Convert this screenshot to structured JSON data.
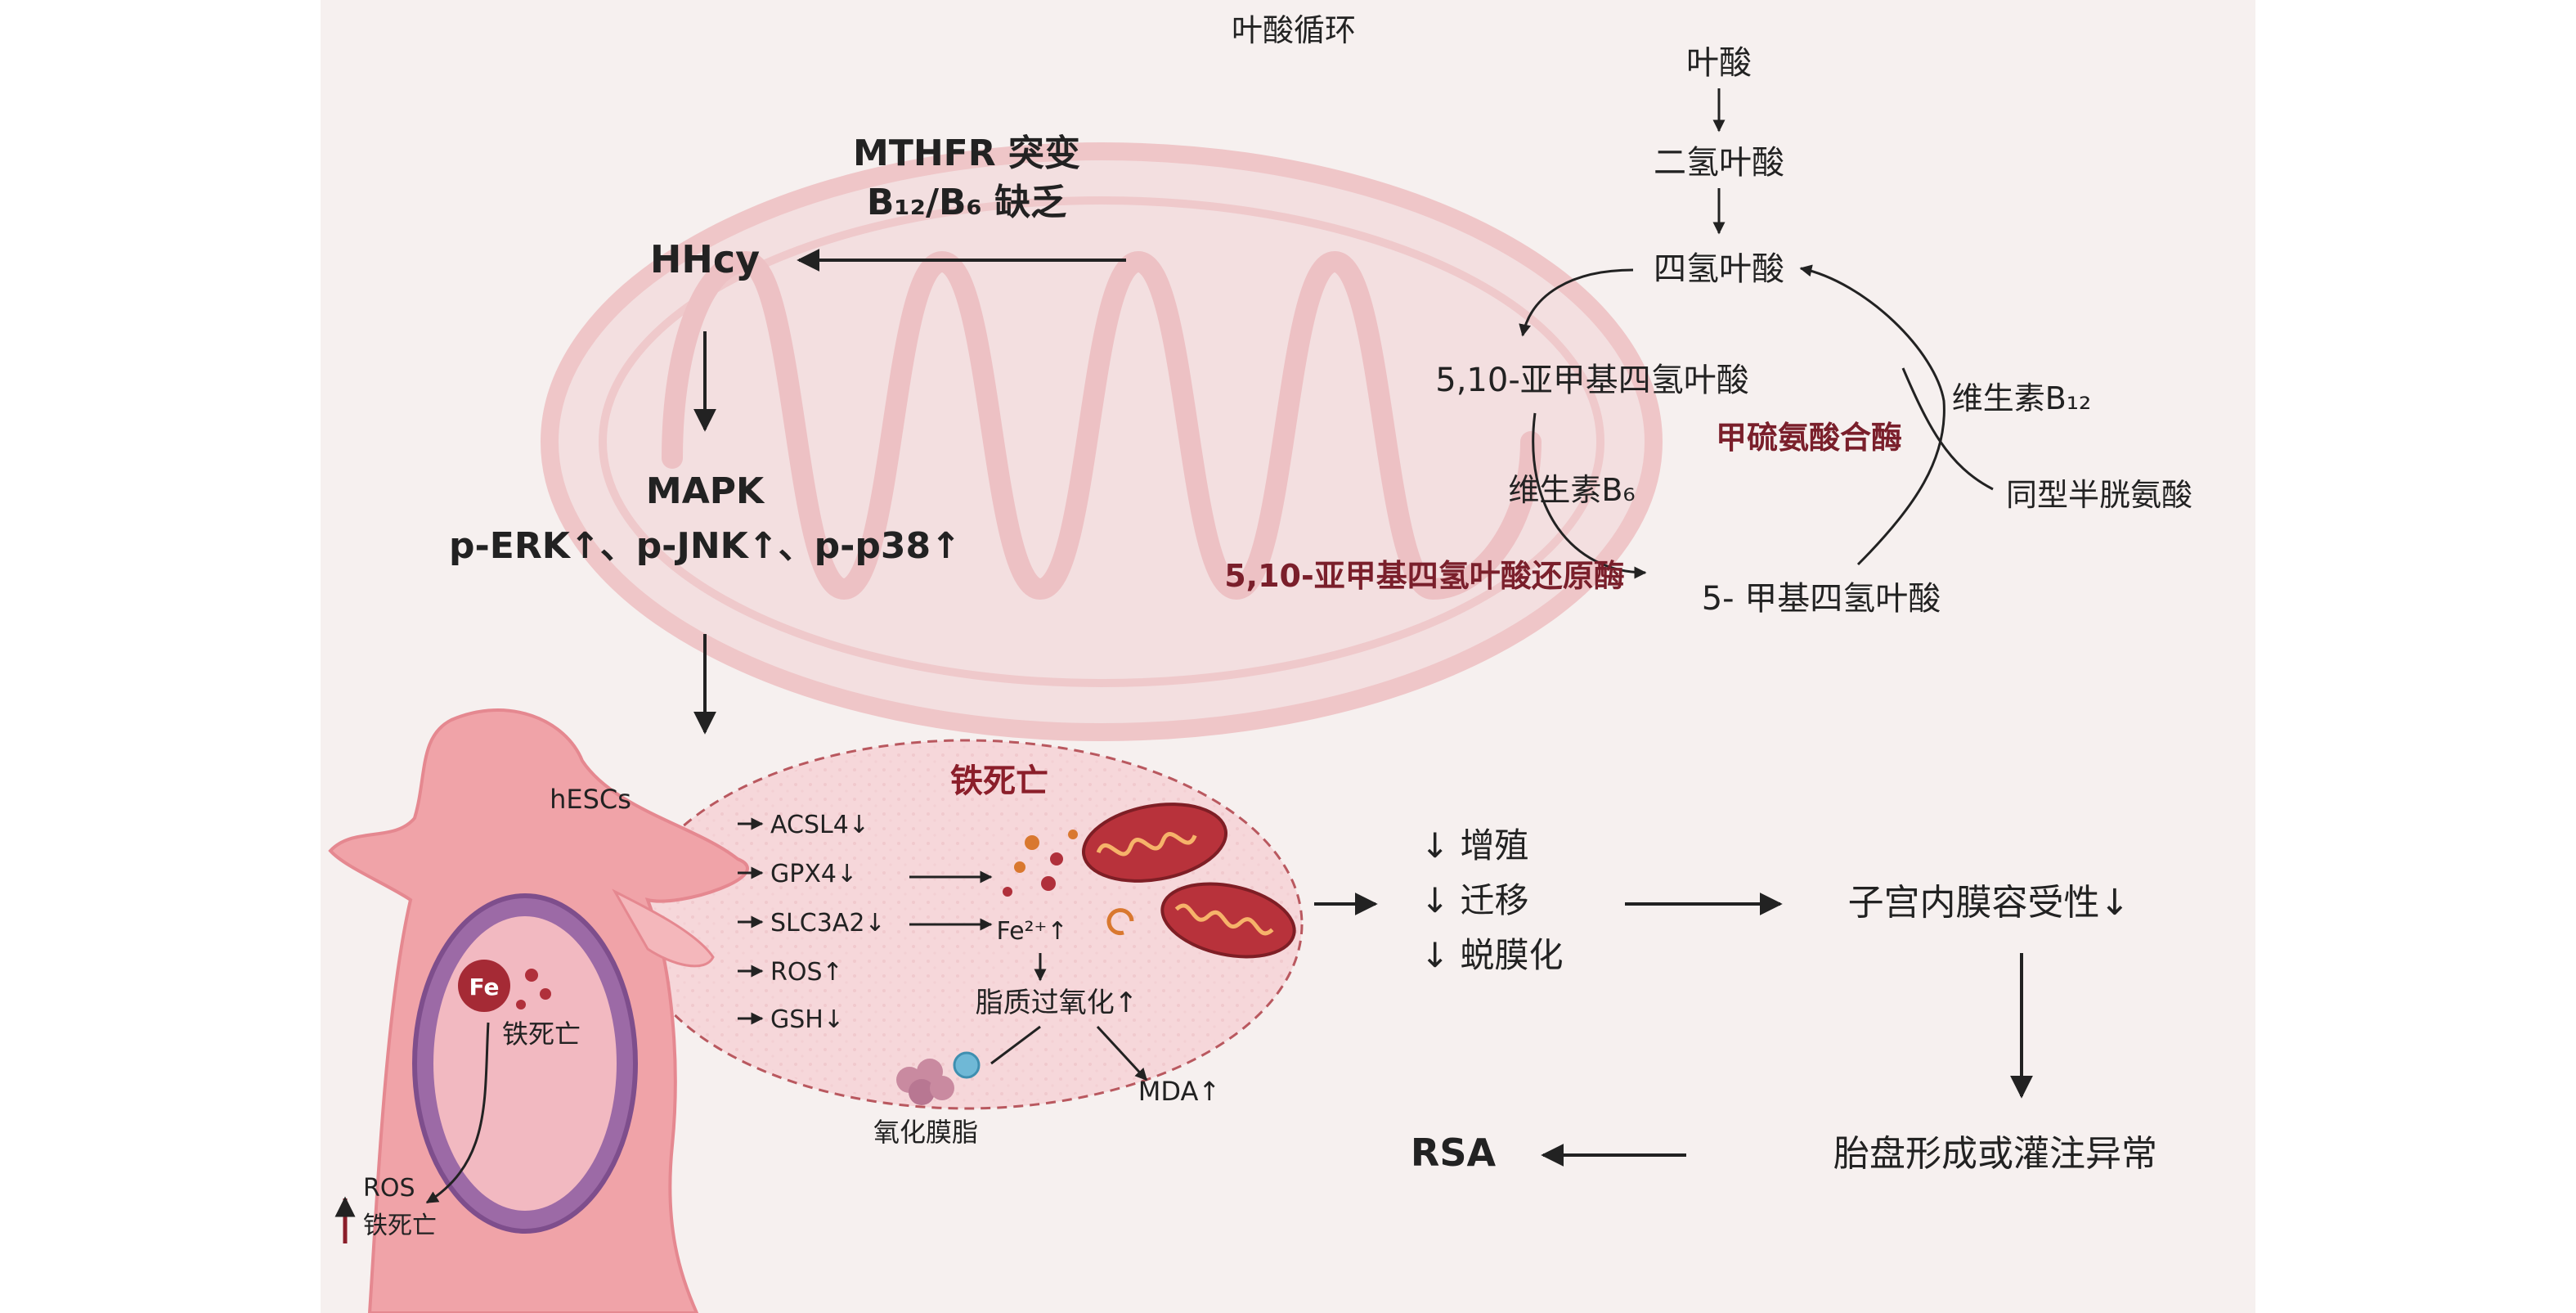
{
  "title": "叶酸循环",
  "folate_cycle": {
    "folic_acid": "叶酸",
    "dhf": "二氢叶酸",
    "thf": "四氢叶酸",
    "methylene_thf": "5,10-亚甲基四氢叶酸",
    "methyl_thf": "5- 甲基四氢叶酸",
    "vitamin_b6": "维生素B₆",
    "vitamin_b12": "维生素B₁₂",
    "methionine_synthase": "甲硫氨酸合酶",
    "homocysteine": "同型半胱氨酸",
    "mthfr_enzyme": "5,10-亚甲基四氢叶酸还原酶"
  },
  "left_pathway": {
    "cause_line1": "MTHFR 突变",
    "cause_line2": "B₁₂/B₆ 缺乏",
    "hhcy": "HHcy",
    "mapk": "MAPK",
    "mapk_markers": "p-ERK↑、p-JNK↑、p-p38↑"
  },
  "cell": {
    "label": "hESCs",
    "fe": "Fe",
    "inner_ferroptosis": "铁死亡",
    "ros": "ROS",
    "bottom_ferroptosis": "铁死亡",
    "markers": [
      "ACSL4↓",
      "GPX4↓",
      "SLC3A2↓",
      "ROS↑",
      "GSH↓"
    ]
  },
  "ferroptosis_zone": {
    "title": "铁死亡",
    "fe_ion": "Fe²⁺↑",
    "lipid_peroxidation": "脂质过氧化↑",
    "oxidized_lipid": "氧化膜脂",
    "mda": "MDA↑"
  },
  "outcomes": {
    "proliferation": "↓ 增殖",
    "migration": "↓ 迁移",
    "decidualization": "↓ 蜕膜化",
    "receptivity": "子宫内膜容受性↓",
    "placenta": "胎盘形成或灌注异常",
    "rsa": "RSA"
  },
  "colors": {
    "background": "#f6f0ef",
    "mito_pink": "#efc6c8",
    "enzyme_red": "#7a1f2b",
    "uterus": "#f0a3a8",
    "ferroptosis_zone": "#f6d7da",
    "text": "#222222"
  }
}
